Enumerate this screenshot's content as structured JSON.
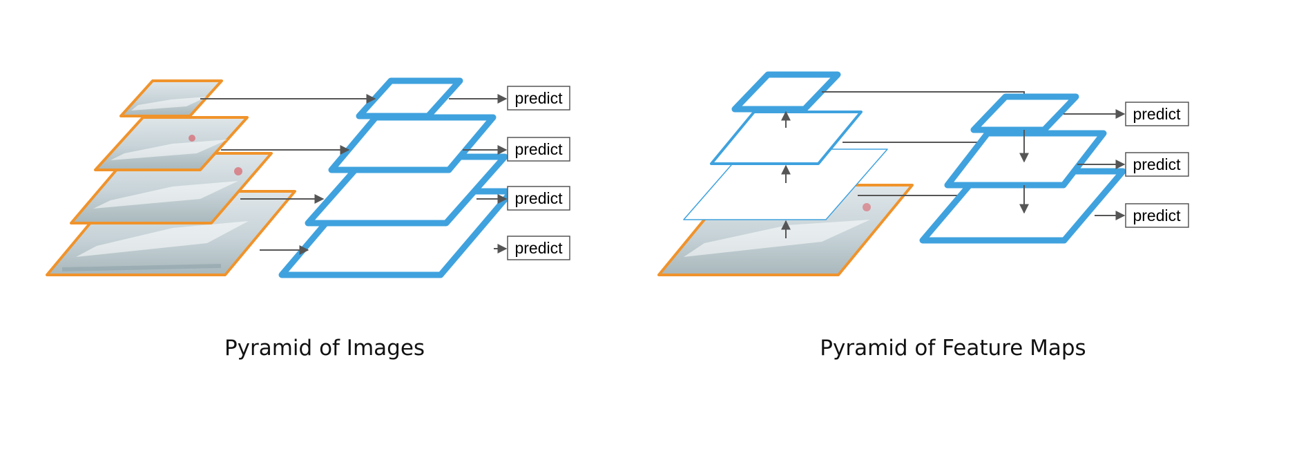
{
  "left_panel": {
    "caption": "Pyramid of Images",
    "predict_labels": [
      "predict",
      "predict",
      "predict",
      "predict"
    ]
  },
  "right_panel": {
    "caption": "Pyramid of Feature Maps",
    "predict_labels": [
      "predict",
      "predict",
      "predict"
    ]
  },
  "colors": {
    "image_border": "#F0932B",
    "feature_map": "#3FA2DE",
    "arrow": "#555555",
    "photo_fill": "#CBD6DA"
  }
}
